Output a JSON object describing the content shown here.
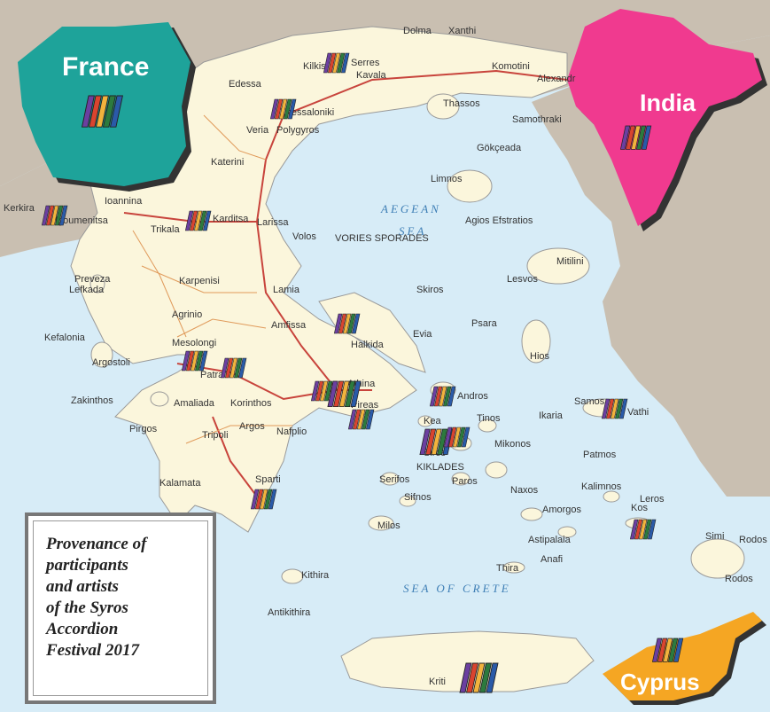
{
  "legend": {
    "title": "Provenance of\nparticipants\nand artists\nof the Syros\nAccordion\nFestival 2017"
  },
  "countries": [
    {
      "name": "France",
      "color": "#1ea39a"
    },
    {
      "name": "India",
      "color": "#f03a8f"
    },
    {
      "name": "Cyprus",
      "color": "#f5a623"
    }
  ],
  "seas": [
    "AEGEAN",
    "SEA",
    "SEA OF CRETE"
  ],
  "places": [
    "Dolma",
    "Xanthi",
    "Komotini",
    "Alexandr",
    "Serres",
    "Kilkis",
    "Kavala",
    "Thassos",
    "Thessaloniki",
    "Polygyros",
    "Edessa",
    "Veria",
    "Katerini",
    "Samothraki",
    "Gökçeada",
    "Limnos",
    "Kerkira",
    "Ioannina",
    "Igoumenitsa",
    "Trikala",
    "Karditsa",
    "Larissa",
    "Volos",
    "VORIES SPORADES",
    "Agios Efstratios",
    "Mitilini",
    "Lesvos",
    "Preveza",
    "Lefkada",
    "Karpenisi",
    "Lamia",
    "Skiros",
    "Agrinio",
    "Amfissa",
    "Halkida",
    "Evia",
    "Psara",
    "Hios",
    "Kefalonia",
    "Mesolongi",
    "Patra",
    "Argostoli",
    "Zakinthos",
    "Amaliada",
    "Pirgos",
    "Korinthos",
    "Athina",
    "Pireas",
    "Andros",
    "Samos",
    "Ikaria",
    "Tripoli",
    "Argos",
    "Nafplio",
    "Kea",
    "Tinos",
    "Siros",
    "Mikonos",
    "Kalamata",
    "Sparti",
    "KIKLADES",
    "Paros",
    "Naxos",
    "Serifos",
    "Sifnos",
    "Milos",
    "Kalimnos",
    "Kos",
    "Leros",
    "Amorgos",
    "Astipalaia",
    "Anafi",
    "Thira",
    "Rodos",
    "Kithira",
    "Antikithira",
    "Kriti",
    "Simi",
    "Rodos",
    "Patmos",
    "Vathi"
  ],
  "colors": {
    "sea": "#d7ecf7",
    "greece": "#fbf6dc",
    "neighbor": "#c9bfb1",
    "road_main": "#c8443c",
    "road": "#e09a5a",
    "border": "#555555"
  }
}
